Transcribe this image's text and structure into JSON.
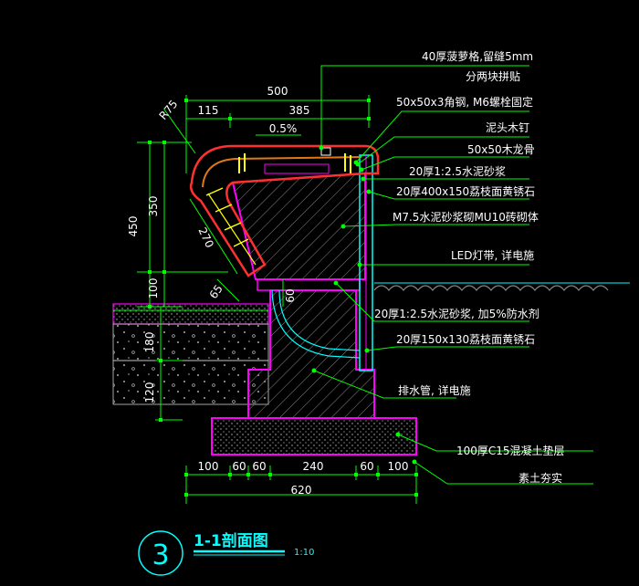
{
  "dimensions_top": {
    "overall": "500",
    "left": "115",
    "right": "385",
    "slope": "0.5%",
    "radius": "R75"
  },
  "dimensions_left": {
    "total": "450",
    "upper": "350",
    "lower": "100",
    "soil1": "180",
    "soil2": "120"
  },
  "dimensions_inner": {
    "curve": "270",
    "angle": "65",
    "gap": "60"
  },
  "dimensions_bottom": {
    "a": "100",
    "b": "60",
    "c": "60",
    "d": "240",
    "e": "60",
    "f": "100",
    "total": "620"
  },
  "annotations": [
    "40厚菠萝格,留缝5mm",
    "分两块拼贴",
    "50x50x3角钢, M6螺栓固定",
    "泥头木钉",
    "50x50木龙骨",
    "20厚1:2.5水泥砂浆",
    "20厚400x150荔枝面黄锈石",
    "M7.5水泥砂浆砌MU10砖砌体",
    "LED灯带, 详电施",
    "20厚1:2.5水泥砂浆, 加5%防水剂",
    "20厚150x130荔枝面黄锈石",
    "排水管, 详电施",
    "100厚C15混凝土垫层",
    "素土夯实"
  ],
  "title_block": {
    "number": "3",
    "title": "1-1剖面图",
    "scale": "1:10"
  },
  "colors": {
    "dimension": "#00ff00",
    "leader": "#00ff00",
    "magenta": "#ff00ff",
    "cyan": "#00ffff",
    "red": "#ff3030",
    "yellow": "#ffff00",
    "orange": "#e07818"
  }
}
